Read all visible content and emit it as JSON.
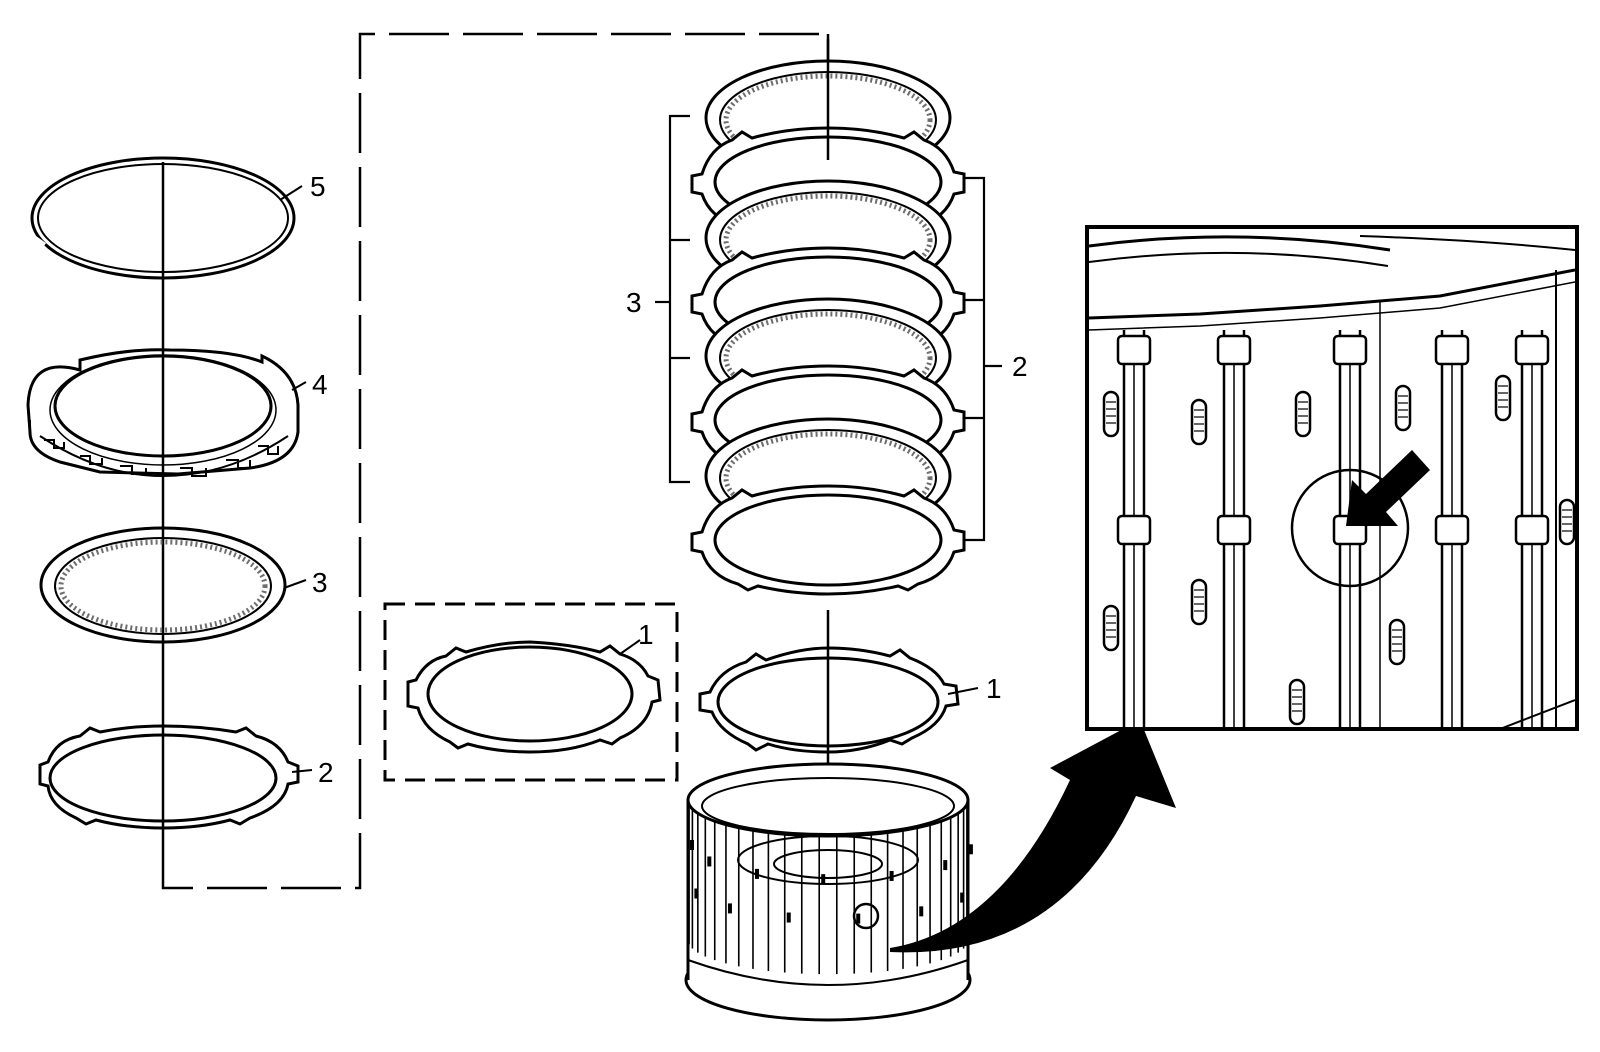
{
  "callouts": {
    "left_5": "5",
    "left_4": "4",
    "left_3": "3",
    "left_2": "2",
    "inset_1": "1",
    "stack_3": "3",
    "stack_2": "2",
    "stack_1": "1"
  },
  "colors": {
    "ink": "#000000",
    "paper": "#ffffff",
    "hatch": "#6e6e6e"
  },
  "icons": {
    "detail_arrow": "curved-arrow-icon",
    "pointer_arrow": "pointer-arrow-icon"
  }
}
